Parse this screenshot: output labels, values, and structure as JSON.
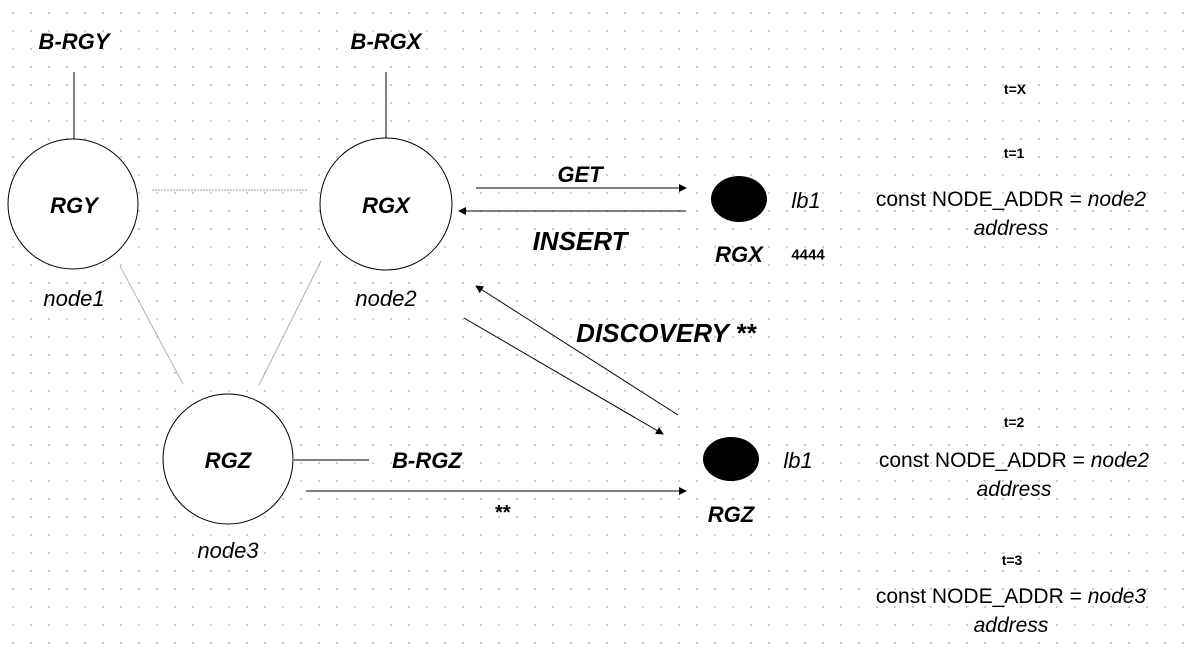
{
  "nodes": {
    "rgy": {
      "label": "RGY",
      "name": "node1",
      "bucket": "B-RGY"
    },
    "rgx": {
      "label": "RGX",
      "name": "node2",
      "bucket": "B-RGX"
    },
    "rgz": {
      "label": "RGZ",
      "name": "node3",
      "bucket": "B-RGZ"
    }
  },
  "edges": {
    "get": "GET",
    "insert": "INSERT",
    "discovery": "DISCOVERY **",
    "rgz_to_lb": "**"
  },
  "load_balancers": {
    "top": {
      "name": "lb1",
      "target": "RGX",
      "port": "4444"
    },
    "bottom": {
      "name": "lb1",
      "target": "RGZ"
    }
  },
  "timeline": {
    "tx": "t=X",
    "t1": {
      "time": "t=1",
      "code_prefix": "const NODE_ADDR = ",
      "code_value": "node2",
      "code_suffix": "address"
    },
    "t2": {
      "time": "t=2",
      "code_prefix": "const NODE_ADDR = ",
      "code_value": "node2",
      "code_suffix": "address"
    },
    "t3": {
      "time": "t=3",
      "code_prefix": "const NODE_ADDR = ",
      "code_value": "node3",
      "code_suffix": "address"
    }
  }
}
